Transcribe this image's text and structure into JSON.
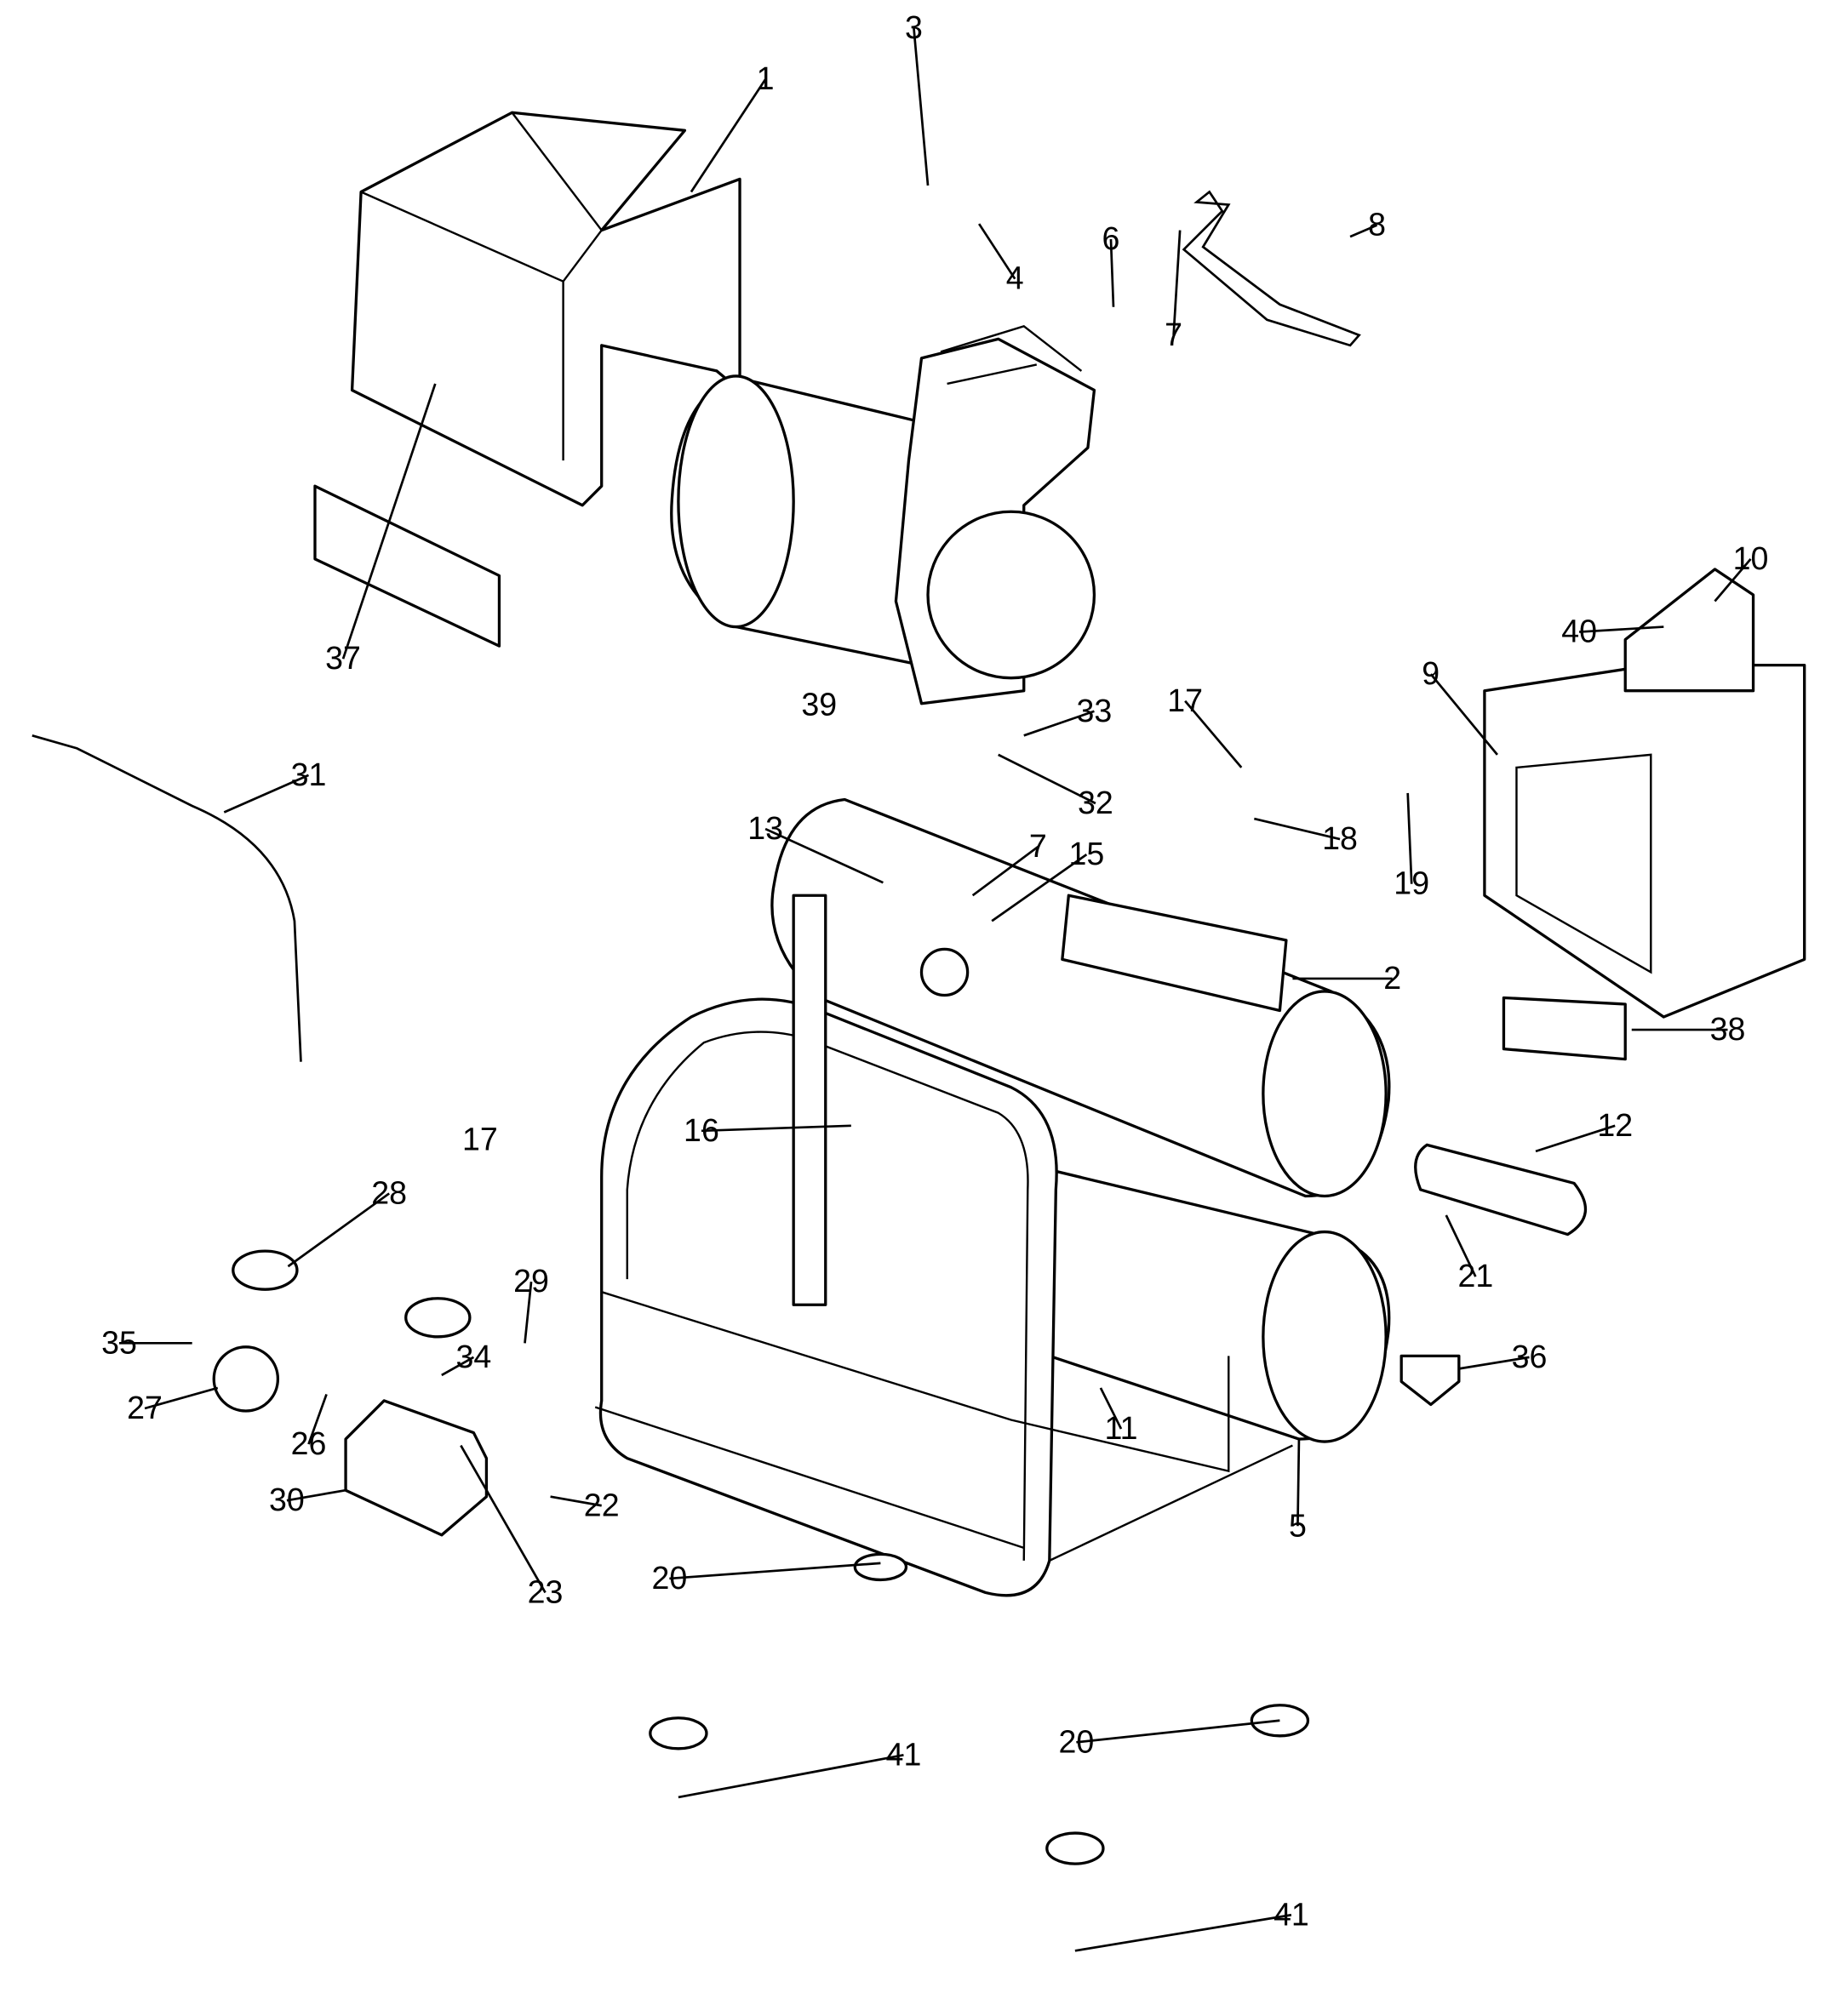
{
  "diagram": {
    "callouts": [
      "1",
      "3",
      "4",
      "6",
      "7",
      "8",
      "10",
      "40",
      "9",
      "37",
      "39",
      "33",
      "17",
      "32",
      "31",
      "13",
      "7",
      "15",
      "18",
      "19",
      "2",
      "38",
      "16",
      "12",
      "17",
      "28",
      "21",
      "29",
      "35",
      "34",
      "36",
      "27",
      "26",
      "11",
      "30",
      "22",
      "5",
      "23",
      "20",
      "41",
      "20",
      "41"
    ]
  }
}
